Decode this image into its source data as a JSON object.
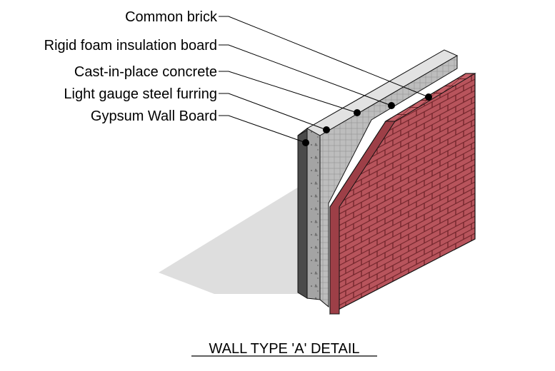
{
  "title": "WALL TYPE 'A' DETAIL",
  "labels": [
    "Common brick",
    "Rigid foam insulation board",
    "Cast-in-place concrete",
    "Light gauge steel furring",
    "Gypsum Wall Board"
  ],
  "colors": {
    "brick": "#b8545c",
    "mortar": "#7a2a30",
    "concrete": "#a9a9a9",
    "gypsum": "#4a4a4a",
    "insulation": "#d4d4d4",
    "shadow": "#dedede"
  }
}
